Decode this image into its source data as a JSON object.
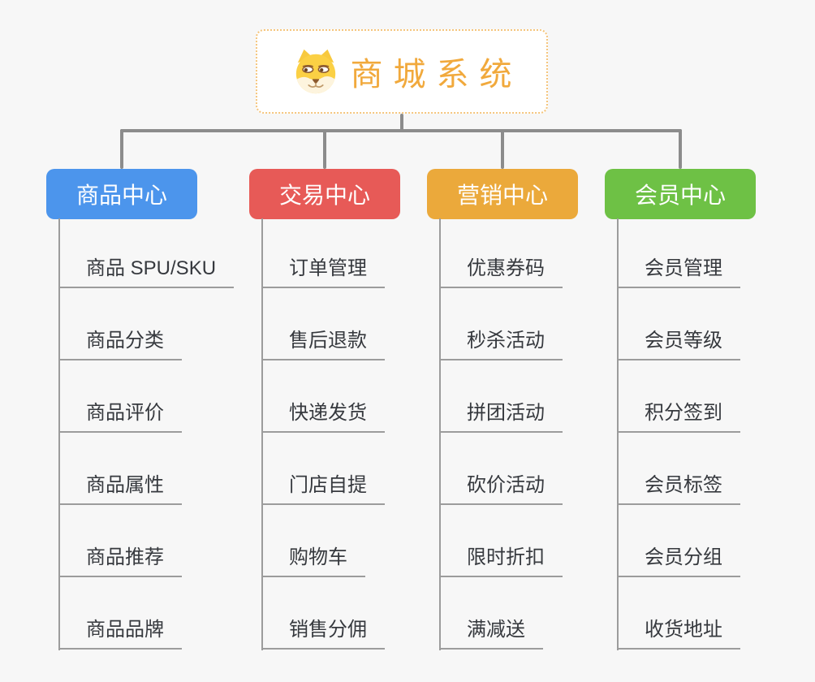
{
  "root": {
    "title": "商城系统",
    "icon": "doge-icon"
  },
  "branches": [
    {
      "label": "商品中心",
      "color": "#4c95ec",
      "children": [
        "商品 SPU/SKU",
        "商品分类",
        "商品评价",
        "商品属性",
        "商品推荐",
        "商品品牌"
      ]
    },
    {
      "label": "交易中心",
      "color": "#e75a57",
      "children": [
        "订单管理",
        "售后退款",
        "快递发货",
        "门店自提",
        "购物车",
        "销售分佣"
      ]
    },
    {
      "label": "营销中心",
      "color": "#eba93b",
      "children": [
        "优惠券码",
        "秒杀活动",
        "拼团活动",
        "砍价活动",
        "限时折扣",
        "满减送"
      ]
    },
    {
      "label": "会员中心",
      "color": "#6ec145",
      "children": [
        "会员管理",
        "会员等级",
        "积分签到",
        "会员标签",
        "会员分组",
        "收货地址"
      ]
    }
  ],
  "colors": {
    "background": "#f7f7f7",
    "connector": "#8c8c8c",
    "leaf_line": "#9c9c9c",
    "leaf_text": "#36393e",
    "root_border": "#f5c57c",
    "root_text": "#f1a93c"
  }
}
